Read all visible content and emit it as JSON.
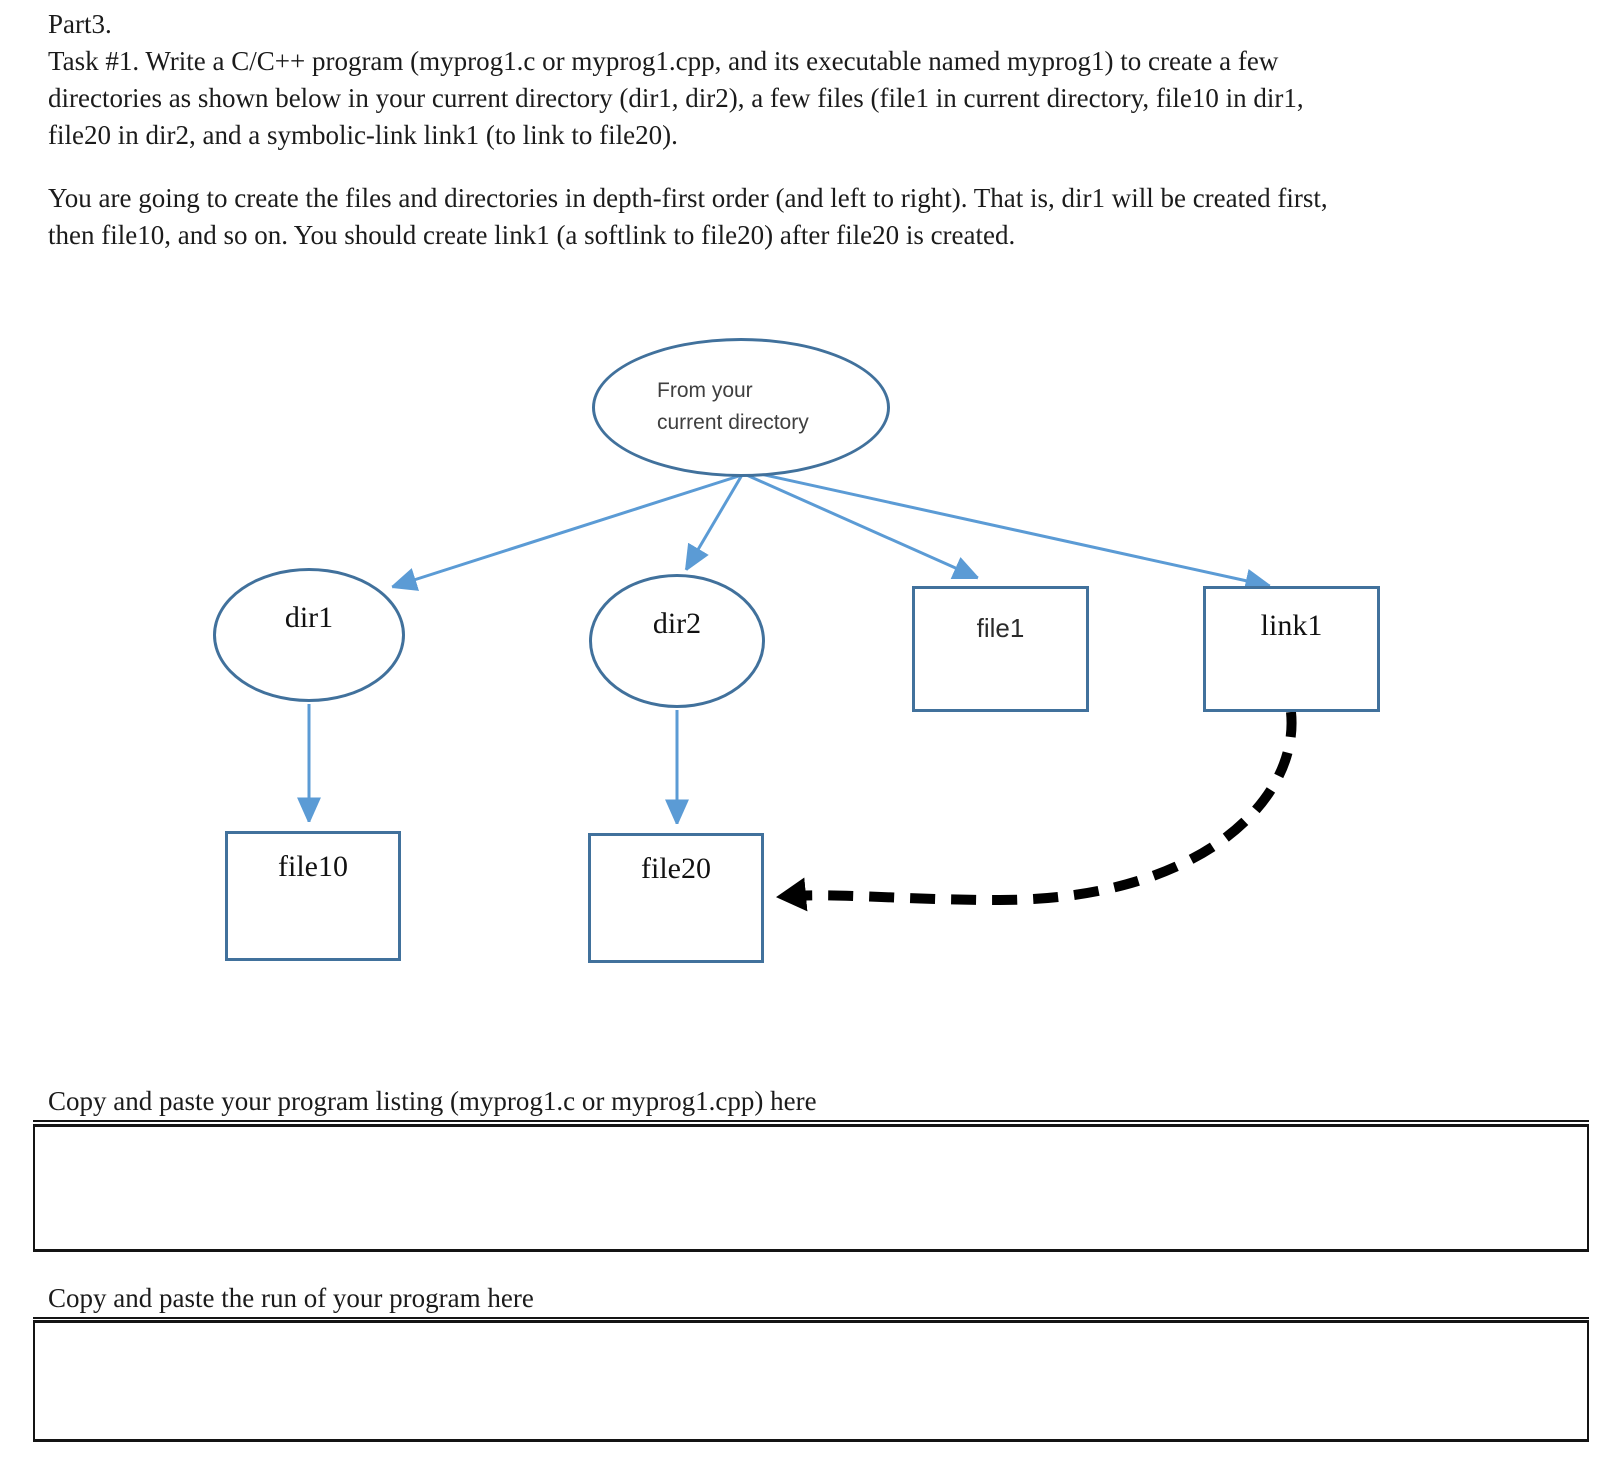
{
  "document": {
    "heading": "Part3.",
    "paragraph1": [
      "Task #1. Write a C/C++ program (myprog1.c or myprog1.cpp, and its executable named myprog1) to create a few",
      "directories as shown below in your current directory (dir1, dir2), a few files (file1 in current directory, file10 in dir1,",
      "file20 in dir2, and a symbolic-link link1 (to link to file20)."
    ],
    "paragraph2": [
      "You are going to create the files and directories in depth-first order (and left to right). That is, dir1 will be created first,",
      "then file10, and so on. You should create link1 (a softlink to file20) after file20 is created."
    ]
  },
  "diagram": {
    "root": {
      "line1": "From your",
      "line2": "current directory"
    },
    "labels": {
      "dir1": "dir1",
      "dir2": "dir2",
      "file1": "file1",
      "link1": "link1",
      "file10": "file10",
      "file20": "file20"
    }
  },
  "answers": [
    {
      "label": "Copy and paste your program listing (myprog1.c or myprog1.cpp) here"
    },
    {
      "label": "Copy and paste the run of your program here"
    }
  ],
  "colors": {
    "shape_outline": "#41719C",
    "connector_blue": "#5B9BD5",
    "symlink_arrow": "#000000",
    "text": "#1b1b1b"
  }
}
